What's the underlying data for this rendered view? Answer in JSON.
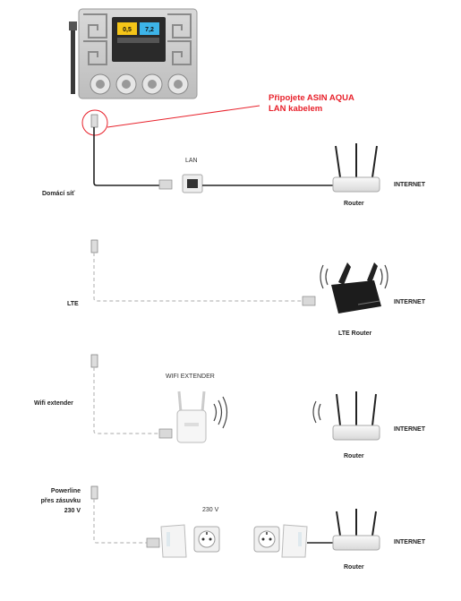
{
  "callout": {
    "line1": "Připojete ASIN AQUA",
    "line2": "LAN kabelem"
  },
  "device": {
    "display_left": "0,5",
    "display_right": "7,2",
    "accent_left": "#f5c518",
    "accent_right": "#3db4e8"
  },
  "sections": [
    {
      "label": "Domácí síť",
      "connector_label": "LAN",
      "router_label": "Router",
      "internet_label": "INTERNET"
    },
    {
      "label": "LTE",
      "router_label": "LTE Router",
      "internet_label": "INTERNET"
    },
    {
      "label": "Wifi extender",
      "connector_label": "WIFI EXTENDER",
      "router_label": "Router",
      "internet_label": "INTERNET"
    },
    {
      "label_lines": [
        "Powerline",
        "přes zásuvku",
        "230 V"
      ],
      "connector_label": "230 V",
      "router_label": "Router",
      "internet_label": "INTERNET"
    }
  ],
  "colors": {
    "callout_red": "#e8212b",
    "cable_solid": "#222222",
    "cable_dashed": "#bbbbbb"
  }
}
